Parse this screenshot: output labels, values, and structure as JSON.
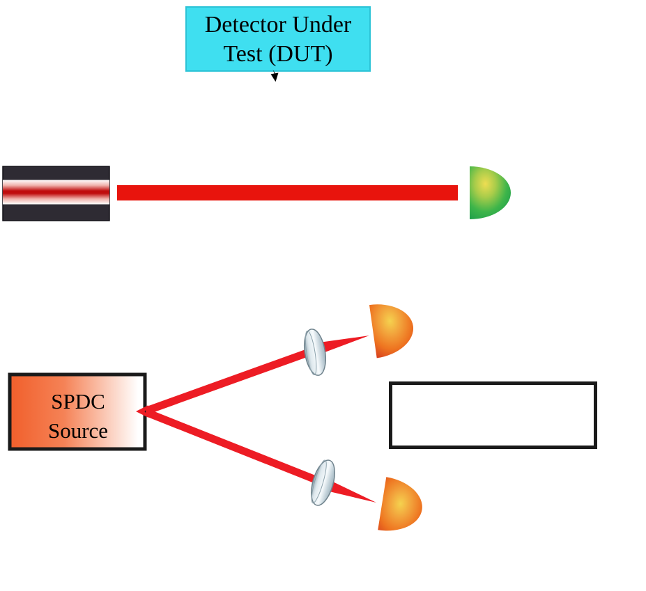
{
  "diagram": {
    "description": "Two-part optical schematic for detector calibration",
    "dut_box": {
      "line1": "Detector Under",
      "line2": "Test (DUT)"
    },
    "spdc_box": {
      "line1": "SPDC",
      "line2": "Source"
    },
    "components": [
      "laser-head",
      "pump-beam",
      "detector-under-test",
      "dut-callout-box",
      "spdc-source",
      "signal-beam",
      "idler-beam",
      "signal-lens",
      "idler-lens",
      "signal-detector",
      "idler-detector",
      "coincidence-box"
    ]
  },
  "colors": {
    "background": "#ffffff",
    "dut_box_fill": "#3fdff0",
    "dut_box_edge": "#2cc3d6",
    "beam_red": "#ed1c24",
    "laser_beam_red": "#e8140d",
    "laser_casing": "#2e2b33",
    "laser_casing_edge": "#141218",
    "spdc_orange": "#f15f2b",
    "detector_green": "#3eb54a",
    "detector_orange": "#ee7420",
    "lens_silver": "#c3d2da",
    "lens_edge": "#70838d",
    "outline_black": "#1a1a1a",
    "text_black": "#000000"
  }
}
